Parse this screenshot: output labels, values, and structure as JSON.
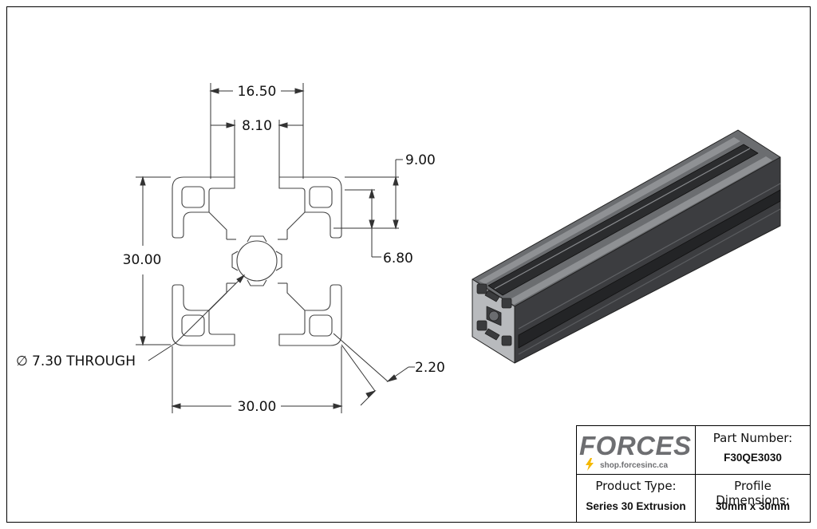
{
  "dimensions": {
    "width_top": "16.50",
    "slot_width": "8.10",
    "slot_depth": "9.00",
    "inner_depth": "6.80",
    "height": "30.00",
    "width_bottom": "30.00",
    "wall": "2.20",
    "bore": "7.30 THROUGH",
    "diameter_symbol": "∅"
  },
  "title_block": {
    "logo_word": "FORCES",
    "logo_url": "shop.forcesinc.ca",
    "part_number_label": "Part Number:",
    "part_number": "F30QE3030",
    "product_type_label": "Product Type:",
    "product_type": "Series 30 Extrusion",
    "profile_dimensions_label": "Profile Dimensions:",
    "profile_dimensions": "30mm x 30mm"
  },
  "colors": {
    "line": "#333333",
    "extrusion_dark": "#3a3b3d",
    "extrusion_light": "#707275",
    "logo_gray": "#6d6e71",
    "logo_yellow": "#f5b800"
  }
}
